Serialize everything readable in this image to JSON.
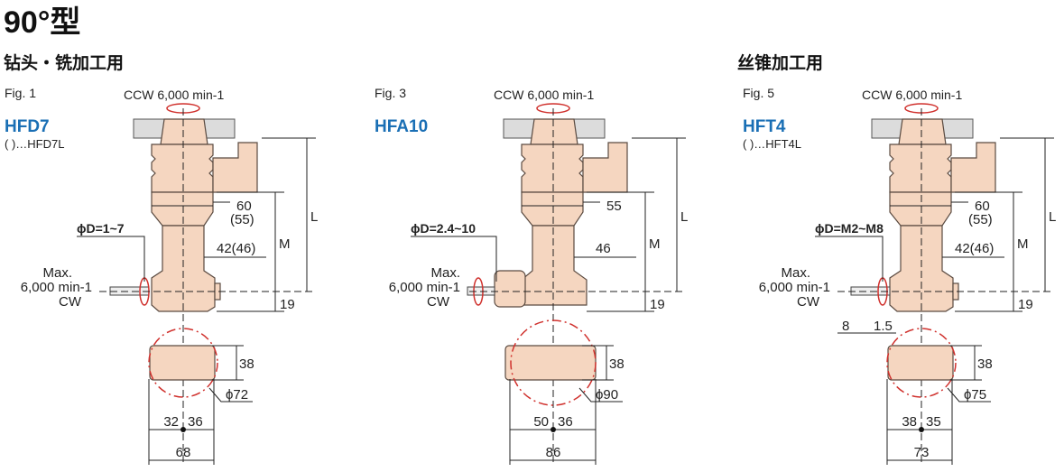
{
  "title": "90°型",
  "sections": {
    "drill_mill": "钻头・铣加工用",
    "tap": "丝锥加工用"
  },
  "colors": {
    "model": "#1a6fb5",
    "body": "#f5d6c0",
    "rotation": "#d0312d"
  },
  "figures": [
    {
      "fig": "Fig. 1",
      "model": "HFD7",
      "note": "(   )…HFD7L",
      "spindle": "CCW 6,000 min-1",
      "tool_dia": "ϕD=1~7",
      "max1": "Max.",
      "max2": "6,000 min-1",
      "max3": "CW",
      "d_top": "60",
      "d_top2": "(55)",
      "d_neck": "42(46)",
      "L": "L",
      "M": "M",
      "d19": "19",
      "h": "38",
      "circle": "ϕ72",
      "w_left": "32",
      "w_right": "36",
      "w_total": "68"
    },
    {
      "fig": "Fig. 3",
      "model": "HFA10",
      "note": "",
      "spindle": "CCW 6,000 min-1",
      "tool_dia": "ϕD=2.4~10",
      "max1": "Max.",
      "max2": "6,000 min-1",
      "max3": "CW",
      "d_top": "55",
      "d_top2": "",
      "d_neck": "46",
      "L": "L",
      "M": "M",
      "d19": "19",
      "h": "38",
      "circle": "ϕ90",
      "w_left": "50",
      "w_right": "36",
      "w_total": "86"
    },
    {
      "fig": "Fig. 5",
      "model": "HFT4",
      "note": "(   )…HFT4L",
      "spindle": "CCW 6,000 min-1",
      "tool_dia": "ϕD=M2~M8",
      "max1": "Max.",
      "max2": "6,000 min-1",
      "max3": "CW",
      "d_top": "60",
      "d_top2": "(55)",
      "d_neck": "42(46)",
      "L": "L",
      "M": "M",
      "d19": "19",
      "h": "38",
      "circle": "ϕ75",
      "w_left": "38",
      "w_right": "35",
      "w_total": "73",
      "tap_a": "8",
      "tap_b": "1.5"
    }
  ]
}
